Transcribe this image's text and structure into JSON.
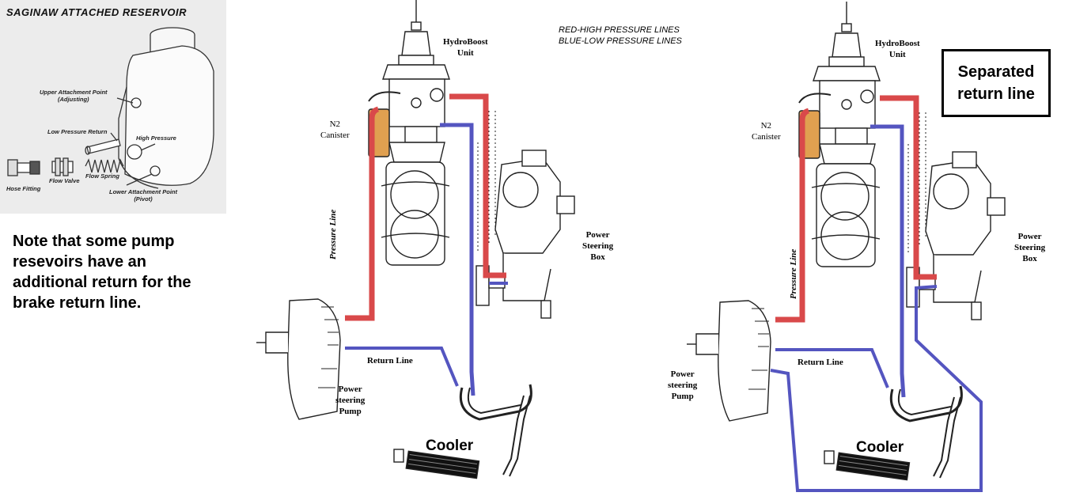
{
  "inset": {
    "title": "SAGINAW ATTACHED RESERVOIR",
    "labels": {
      "upper_attachment": "Upper Attachment Point",
      "upper_attachment_sub": "(Adjusting)",
      "low_pressure_return": "Low Pressure Return",
      "high_pressure": "High Pressure",
      "flow_spring": "Flow Spring",
      "flow_valve": "Flow Valve",
      "hose_fitting": "Hose Fitting",
      "lower_attachment": "Lower Attachment Point",
      "lower_attachment_sub": "(Pivot)"
    }
  },
  "note": {
    "line1": "Note that some pump",
    "line2": "resevoirs have an",
    "line3": "additional return for the",
    "line4": "brake return line."
  },
  "legend": {
    "red": "RED-HIGH PRESSURE LINES",
    "blue": "BLUE-LOW PRESSURE LINES"
  },
  "colors": {
    "high_pressure": "#d9494a",
    "low_pressure": "#5455c0",
    "canister": "#e0a050",
    "outline": "#222222"
  },
  "left_diagram": {
    "hydroboost": "HydroBoost",
    "hydroboost_sub": "Unit",
    "n2": "N2",
    "n2_sub": "Canister",
    "power_steering_box_1": "Power",
    "power_steering_box_2": "Steering",
    "power_steering_box_3": "Box",
    "pressure_line": "Pressure Line",
    "return_line": "Return Line",
    "pump_1": "Power",
    "pump_2": "steering",
    "pump_3": "Pump",
    "cooler": "Cooler"
  },
  "right_diagram": {
    "hydroboost": "HydroBoost",
    "hydroboost_sub": "Unit",
    "n2": "N2",
    "n2_sub": "Canister",
    "power_steering_box_1": "Power",
    "power_steering_box_2": "Steering",
    "power_steering_box_3": "Box",
    "pressure_line": "Pressure Line",
    "return_line": "Return Line",
    "pump_1": "Power",
    "pump_2": "steering",
    "pump_3": "Pump",
    "cooler": "Cooler",
    "callout_1": "Separated",
    "callout_2": "return line"
  }
}
